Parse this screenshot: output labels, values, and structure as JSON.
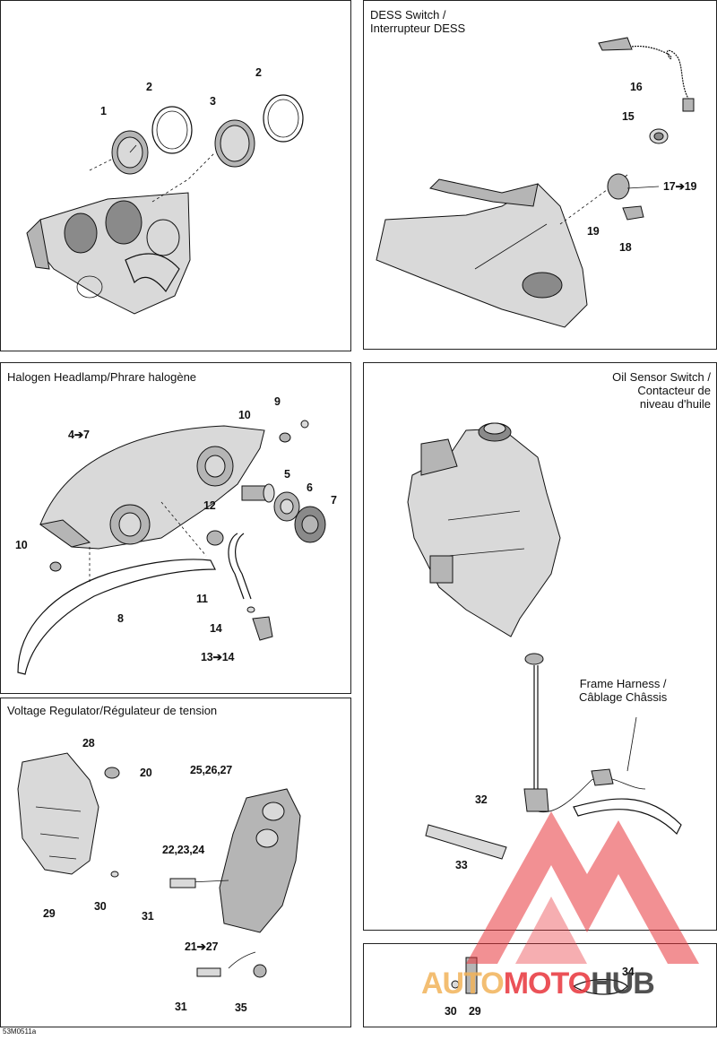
{
  "panels": {
    "gauges": {
      "title": ""
    },
    "dess": {
      "title": "DESS Switch /\nInterrupteur DESS"
    },
    "headlamp": {
      "title": "Halogen Headlamp/Phrare halogène"
    },
    "oil": {
      "title": "Oil Sensor Switch /\nContacteur de\nniveau d'huile"
    },
    "regulator": {
      "title": "Voltage Regulator/Régulateur de tension"
    }
  },
  "frame_harness": "Frame Harness /\nCâblage Châssis",
  "labels": {
    "l1": "1",
    "l2a": "2",
    "l3": "3",
    "l2b": "2",
    "l16": "16",
    "l15": "15",
    "l1719": "17➔19",
    "l19": "19",
    "l18": "18",
    "l9": "9",
    "l10a": "10",
    "l47": "4➔7",
    "l5": "5",
    "l6": "6",
    "l7": "7",
    "l12": "12",
    "l10b": "10",
    "l11": "11",
    "l8": "8",
    "l14": "14",
    "l1314": "13➔14",
    "l28": "28",
    "l20": "20",
    "l252627": "25,26,27",
    "l222324": "22,23,24",
    "l29": "29",
    "l30a": "30",
    "l31a": "31",
    "l2127": "21➔27",
    "l31b": "31",
    "l35": "35",
    "l32": "32",
    "l33": "33",
    "l30b": "30",
    "l29b": "29",
    "l34": "34"
  },
  "watermark": {
    "part1": "AUTO",
    "part2": "MOTO",
    "part3": "HUB",
    "color": "#e8343b"
  },
  "footer_code": "53M0511a"
}
